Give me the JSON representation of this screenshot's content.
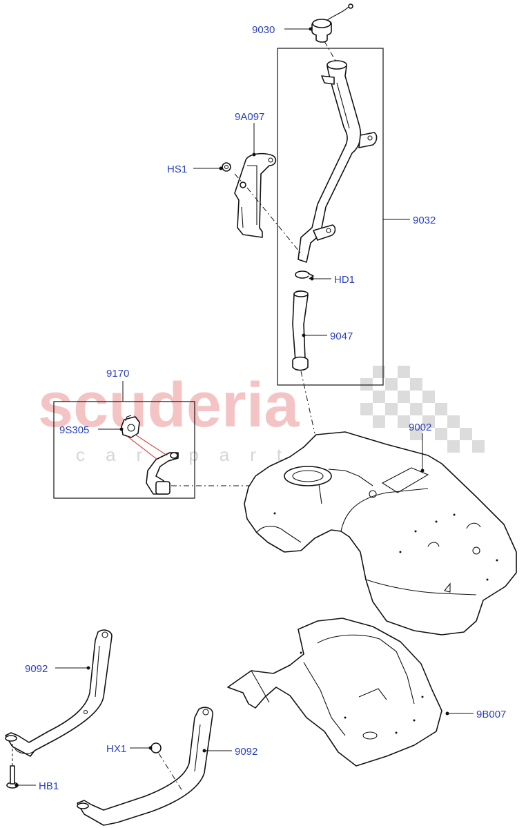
{
  "watermark": {
    "brand": "scuderia",
    "tagline": "car parts"
  },
  "callouts": {
    "p9030": "9030",
    "p9A097": "9A097",
    "pHS1": "HS1",
    "p9032": "9032",
    "pHD1": "HD1",
    "p9047": "9047",
    "p9170": "9170",
    "p9S305": "9S305",
    "p9002": "9002",
    "p9092_left": "9092",
    "p9B007": "9B007",
    "pHX1": "HX1",
    "p9092_right": "9092",
    "pHB1": "HB1"
  },
  "colors": {
    "label": "#2a3fbf",
    "line": "#111111",
    "watermark_brand": "#f4c4c4",
    "watermark_sub": "#d6d6d6",
    "checker": "#dcdcdc",
    "hose_link": "#e0201c"
  }
}
